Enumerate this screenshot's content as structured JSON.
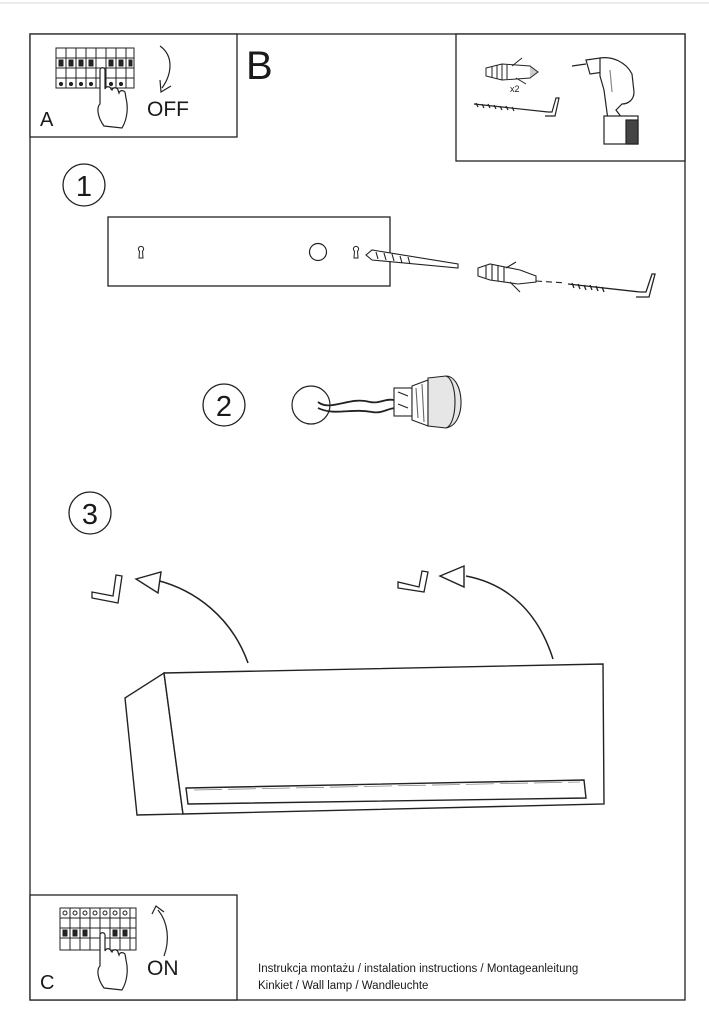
{
  "panels": {
    "a": {
      "letter": "A",
      "label": "OFF"
    },
    "b": {
      "letter": "B",
      "multiplier": "x2"
    },
    "c": {
      "letter": "C",
      "label": "ON"
    }
  },
  "steps": [
    "1",
    "2",
    "3"
  ],
  "footer": {
    "line1": "Instrukcja montażu / instalation instructions / Montageanleitung",
    "line2": "Kinkiet / Wall lamp / Wandleuchte"
  }
}
